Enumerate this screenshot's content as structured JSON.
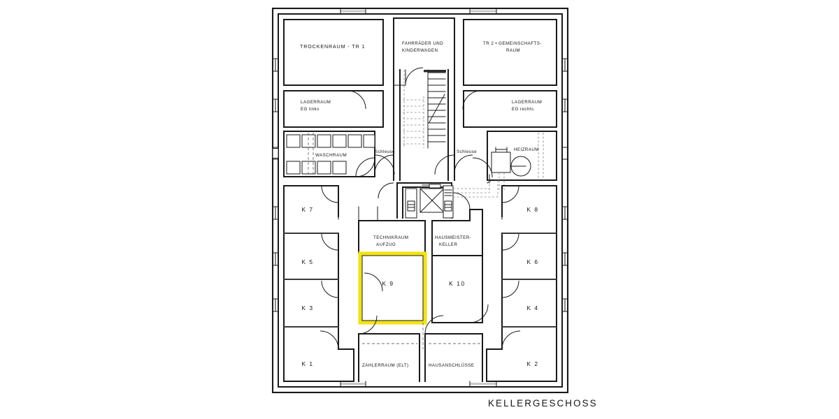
{
  "drawing": {
    "title": "KELLERGESCHOSS",
    "sheet_type": "architectural-floor-plan",
    "background_color": "#ffffff",
    "line_color": "#1a1a1a",
    "highlight_color": "#f2e216",
    "highlighted_room": "K 9"
  },
  "rooms": {
    "trockenraum_tr1": "TROCKENRAUM - TR 1",
    "fahrraeder_l1": "FAHRRÄDER UND",
    "fahrraeder_l2": "KINDERWAGEN",
    "tr2_l1": "TR 2  •  GEMEINSCHAFTS-",
    "tr2_l2": "RAUM",
    "lager_links_l1": "LAGERRAUM",
    "lager_links_l2": "EG links",
    "lager_rechts_l1": "LAGERRAUM",
    "lager_rechts_l2": "EG rechts",
    "waschraum": "WASCHRAUM",
    "schleuse_left": "Schleuse",
    "schleuse_right": "Schleuse",
    "heizraum": "HEIZRAUM",
    "technikraum_l1": "TECHNIKRAUM",
    "technikraum_l2": "AUFZUG",
    "hausmeister_l1": "HAUSMEISTER-",
    "hausmeister_l2": "KELLER",
    "zaehlerraum": "ZÄHLERRAUM (ELT)",
    "hausanschluesse": "HAUSANSCHLÜSSE",
    "k1": "K 1",
    "k2": "K 2",
    "k3": "K 3",
    "k4": "K 4",
    "k5": "K 5",
    "k6": "K 6",
    "k7": "K 7",
    "k8": "K 8",
    "k9": "K 9",
    "k10": "K 10"
  }
}
